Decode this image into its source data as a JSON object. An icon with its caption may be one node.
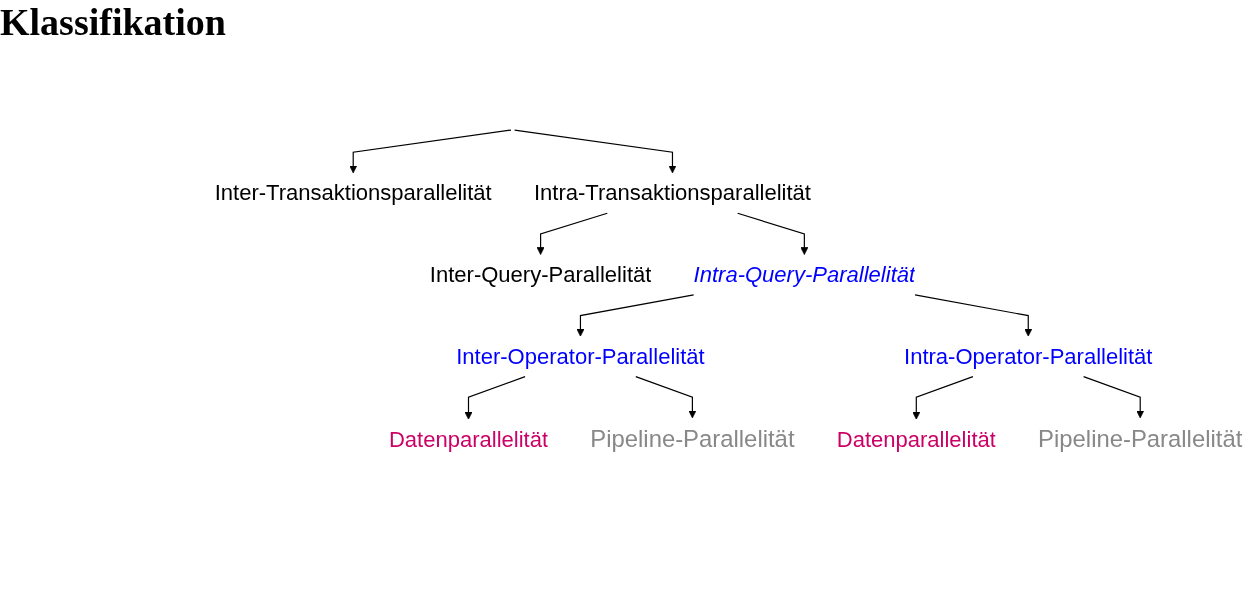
{
  "diagram": {
    "title": "Klassifikation",
    "nodes": [
      {
        "text": [
          "Inter-Transaktionsparallelität"
        ]
      },
      {
        "text": [
          "Intra-Transaktionsparallelität"
        ]
      },
      {
        "text": [
          "Inter-Query-Parallelität"
        ]
      },
      {
        "text": [
          "Intra-Query-Parallelität"
        ]
      },
      {
        "text": [
          "Inter-Operator-Parallelität"
        ]
      },
      {
        "text": [
          "Intra-Operator-Parallelität"
        ]
      },
      {
        "text": [
          "Datenparallelität"
        ]
      },
      {
        "text": [
          "Pipeline-Parallelität"
        ]
      },
      {
        "text": [
          "Datenparallelität"
        ]
      },
      {
        "text": [
          "Pipeline-Parallelität"
        ]
      }
    ],
    "edges": [
      {
        "from": null,
        "to": 0,
        "arrow": "to"
      },
      {
        "from": null,
        "to": 1,
        "arrow": "to"
      },
      {
        "from": 1,
        "to": 2,
        "arrow": "to"
      },
      {
        "from": 1,
        "to": 3,
        "arrow": "to"
      },
      {
        "from": 3,
        "to": 4,
        "arrow": "to"
      },
      {
        "from": 3,
        "to": 5,
        "arrow": "to"
      },
      {
        "from": 4,
        "to": 6,
        "arrow": "to"
      },
      {
        "from": 4,
        "to": 7,
        "arrow": "to"
      },
      {
        "from": 5,
        "to": 8,
        "arrow": "to"
      },
      {
        "from": 5,
        "to": 9,
        "arrow": "to"
      }
    ]
  }
}
